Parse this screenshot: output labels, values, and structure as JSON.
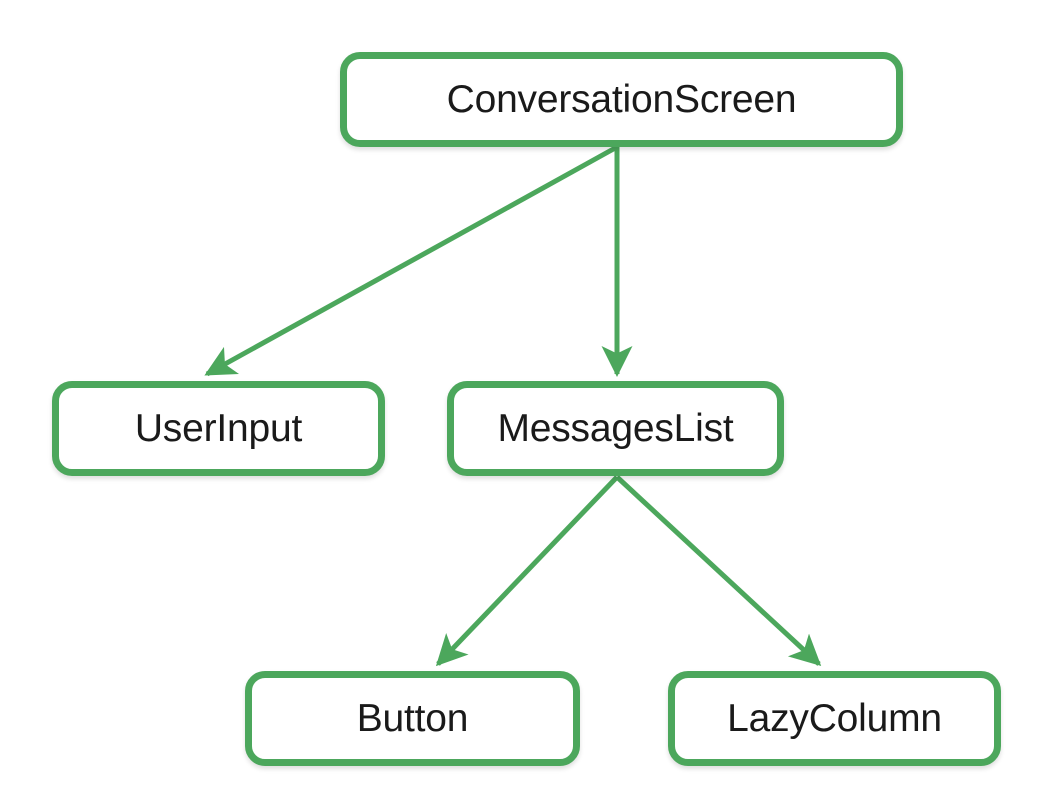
{
  "diagram": {
    "type": "tree-hierarchy-diagram",
    "background_color": "#ffffff",
    "node_border_color": "#4ca75c",
    "node_fill_color": "#ffffff",
    "node_text_color": "#1a1a1a",
    "edge_color": "#4ca75c",
    "nodes": [
      {
        "id": "conversationscreen",
        "label": "ConversationScreen",
        "level": 0
      },
      {
        "id": "userinput",
        "label": "UserInput",
        "level": 1
      },
      {
        "id": "messageslist",
        "label": "MessagesList",
        "level": 1
      },
      {
        "id": "button",
        "label": "Button",
        "level": 2
      },
      {
        "id": "lazycolumn",
        "label": "LazyColumn",
        "level": 2
      }
    ],
    "edges": [
      {
        "id": "edge-conversationscreen-userinput",
        "from": "ConversationScreen",
        "to": "UserInput",
        "arrowhead": true
      },
      {
        "id": "edge-conversationscreen-messageslist",
        "from": "ConversationScreen",
        "to": "MessagesList",
        "arrowhead": true
      },
      {
        "id": "edge-messageslist-button",
        "from": "MessagesList",
        "to": "Button",
        "arrowhead": true
      },
      {
        "id": "edge-messageslist-lazycolumn",
        "from": "MessagesList",
        "to": "LazyColumn",
        "arrowhead": true
      }
    ]
  }
}
